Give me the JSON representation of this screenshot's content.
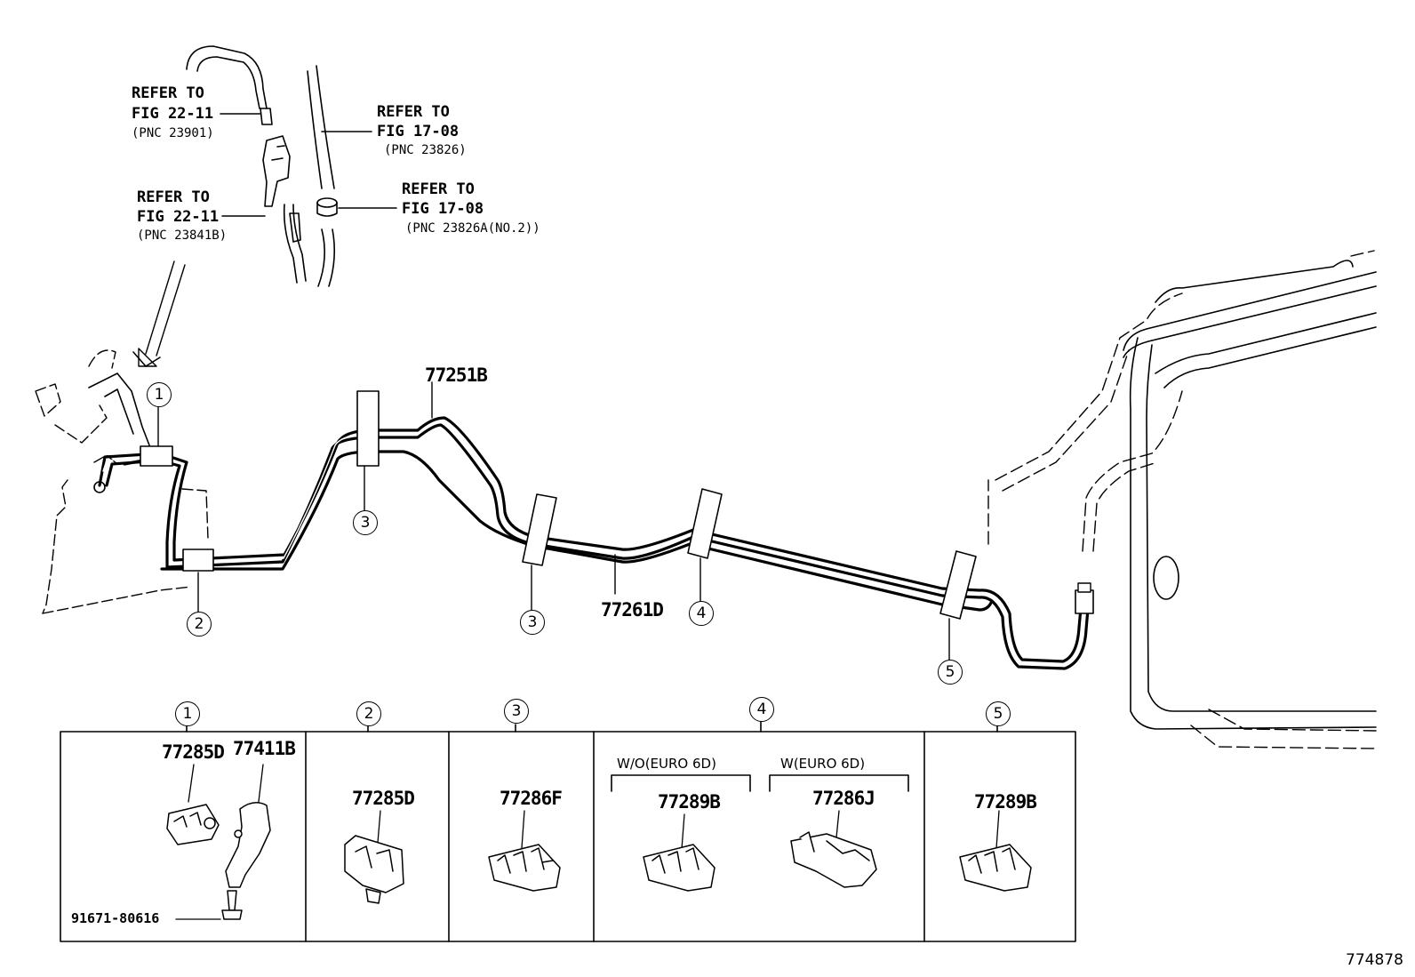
{
  "references": [
    {
      "line1": "REFER TO",
      "line2": "FIG 22-11",
      "pnc": "(PNC 23901)"
    },
    {
      "line1": "REFER TO",
      "line2": "FIG 17-08",
      "pnc": "(PNC 23826)"
    },
    {
      "line1": "REFER TO",
      "line2": "FIG 22-11",
      "pnc": "(PNC 23841B)"
    },
    {
      "line1": "REFER TO",
      "line2": "FIG 17-08",
      "pnc": "(PNC 23826A(NO.2))"
    }
  ],
  "main_parts": {
    "tube_upper": "77251B",
    "tube_lower": "77261D"
  },
  "callouts": [
    "1",
    "2",
    "3",
    "3",
    "4",
    "5"
  ],
  "detail_boxes": [
    {
      "index": "1",
      "parts": [
        "77285D",
        "77411B"
      ],
      "bolt": "91671-80616"
    },
    {
      "index": "2",
      "parts": [
        "77285D"
      ]
    },
    {
      "index": "3",
      "parts": [
        "77286F"
      ]
    },
    {
      "index": "4",
      "conditions": [
        "W/O(EURO 6D)",
        "W(EURO 6D)"
      ],
      "parts": [
        "77289B",
        "77286J"
      ]
    },
    {
      "index": "5",
      "parts": [
        "77289B"
      ]
    }
  ],
  "doc_number": "774878"
}
